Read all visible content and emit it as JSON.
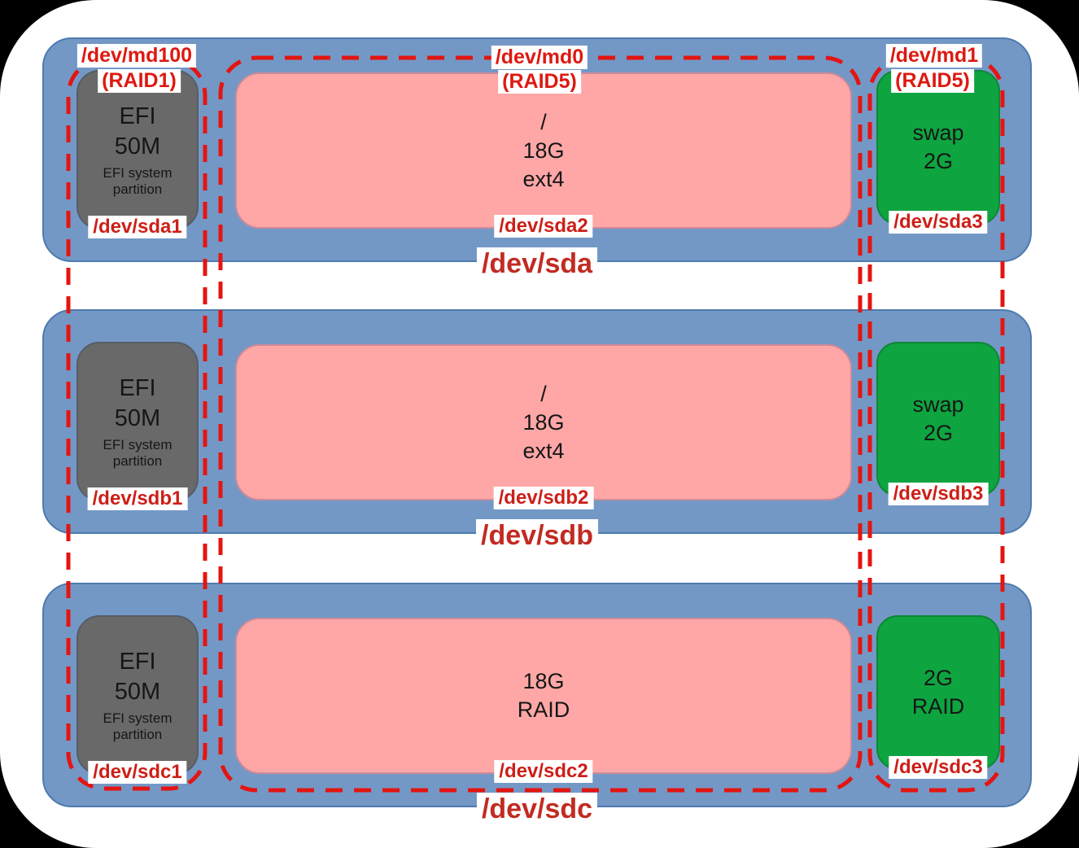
{
  "diagram": {
    "title_hint": "disk-partition-raid-layout",
    "disks": [
      {
        "name": "/dev/sda",
        "partitions": [
          {
            "device": "/dev/sda1",
            "lines": [
              "EFI",
              "50M"
            ],
            "sublines": [
              "EFI system",
              "partition"
            ]
          },
          {
            "device": "/dev/sda2",
            "lines": [
              "/",
              "18G",
              "ext4"
            ]
          },
          {
            "device": "/dev/sda3",
            "lines": [
              "swap",
              "2G"
            ]
          }
        ]
      },
      {
        "name": "/dev/sdb",
        "partitions": [
          {
            "device": "/dev/sdb1",
            "lines": [
              "EFI",
              "50M"
            ],
            "sublines": [
              "EFI system",
              "partition"
            ]
          },
          {
            "device": "/dev/sdb2",
            "lines": [
              "/",
              "18G",
              "ext4"
            ]
          },
          {
            "device": "/dev/sdb3",
            "lines": [
              "swap",
              "2G"
            ]
          }
        ]
      },
      {
        "name": "/dev/sdc",
        "partitions": [
          {
            "device": "/dev/sdc1",
            "lines": [
              "EFI",
              "50M"
            ],
            "sublines": [
              "EFI system",
              "partition"
            ]
          },
          {
            "device": "/dev/sdc2",
            "lines": [
              "18G",
              "RAID"
            ]
          },
          {
            "device": "/dev/sdc3",
            "lines": [
              "2G",
              "RAID"
            ]
          }
        ]
      }
    ],
    "raid_arrays": [
      {
        "device": "/dev/md100",
        "level": "(RAID1)"
      },
      {
        "device": "/dev/md0",
        "level": "(RAID5)"
      },
      {
        "device": "/dev/md1",
        "level": "(RAID5)"
      }
    ],
    "colors": {
      "disk_blue": "#7398c6",
      "efi_gray": "#696969",
      "root_pink": "#ffa7a7",
      "swap_green": "#0ea440",
      "raid_dash_red": "#e41511",
      "label_red": "#cc1f18",
      "background_black": "#000000",
      "panel_white": "#ffffff"
    }
  }
}
